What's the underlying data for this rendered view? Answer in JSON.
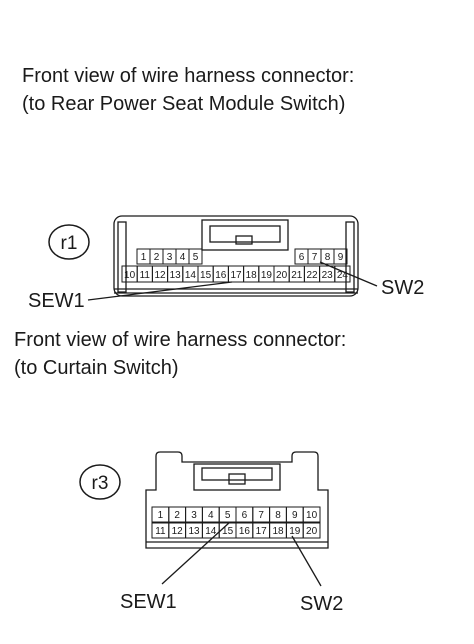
{
  "connector1": {
    "caption_line1": "Front view of wire harness connector:",
    "caption_line2": "(to Rear Power Seat Module Switch)",
    "id_label": "r1",
    "pins_top_left": [
      "1",
      "2",
      "3",
      "4",
      "5"
    ],
    "pins_top_right": [
      "6",
      "7",
      "8",
      "9"
    ],
    "pins_bottom": [
      "10",
      "11",
      "12",
      "13",
      "14",
      "15",
      "16",
      "17",
      "18",
      "19",
      "20",
      "21",
      "22",
      "23",
      "24"
    ],
    "label_left": "SEW1",
    "label_right": "SW2"
  },
  "connector2": {
    "caption_line1": "Front view of wire harness connector:",
    "caption_line2": "(to Curtain Switch)",
    "id_label": "r3",
    "pins_top": [
      "1",
      "2",
      "3",
      "4",
      "5",
      "6",
      "7",
      "8",
      "9",
      "10"
    ],
    "pins_bottom": [
      "11",
      "12",
      "13",
      "14",
      "15",
      "16",
      "17",
      "18",
      "19",
      "20"
    ],
    "label_left": "SEW1",
    "label_right": "SW2"
  }
}
